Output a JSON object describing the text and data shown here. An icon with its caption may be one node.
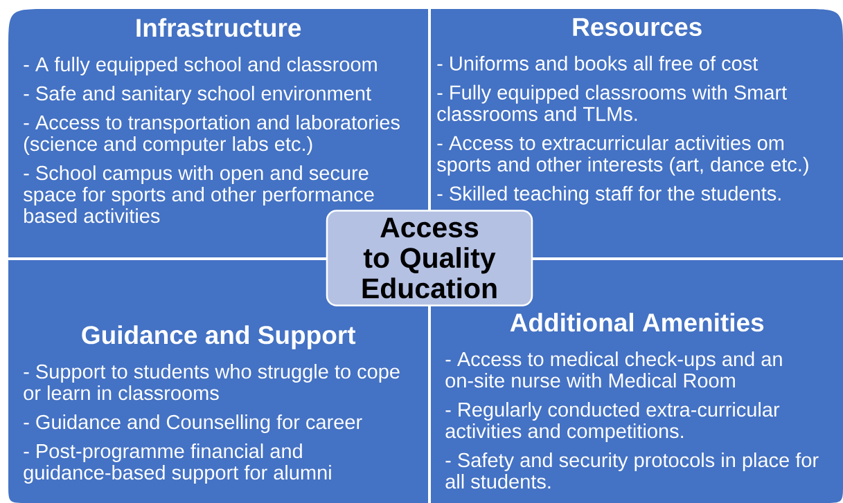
{
  "diagram": {
    "nodes": [
      {
        "text": [
          "Infrastructure",
          "- A fully equipped school and classroom",
          "- Safe and sanitary school environment",
          "- Access to transportation and laboratories (science and computer labs etc.)",
          "- School campus with open and secure space for sports and other performance based activities"
        ]
      },
      {
        "text": [
          "Resources",
          "- Uniforms and books all free of cost",
          "- Fully equipped classrooms with Smart classrooms and TLMs.",
          "- Access to extracurricular activities om sports and other interests (art, dance etc.)",
          "- Skilled teaching staff for the students."
        ]
      },
      {
        "text": [
          "Guidance and Support",
          "- Support to students who struggle to cope or learn in classrooms",
          "- Guidance and Counselling for career",
          "- Post-programme financial and guidance-based support for alumni"
        ]
      },
      {
        "text": [
          "Additional Amenities",
          "- Access to medical check-ups and an on-site nurse with Medical Room",
          "- Regularly conducted extra-curricular activities and competitions.",
          "- Safety and security protocols in place for all students."
        ]
      },
      {
        "text": [
          "Access to Quality Education"
        ]
      }
    ]
  }
}
